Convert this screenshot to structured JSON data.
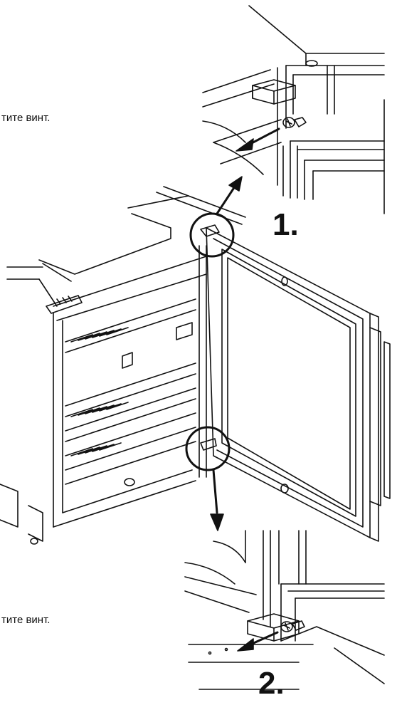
{
  "instructions": {
    "step1_caption": "тите винт.",
    "step2_caption": "тите винт."
  },
  "steps": {
    "step1_label": "1.",
    "step2_label": "2."
  }
}
